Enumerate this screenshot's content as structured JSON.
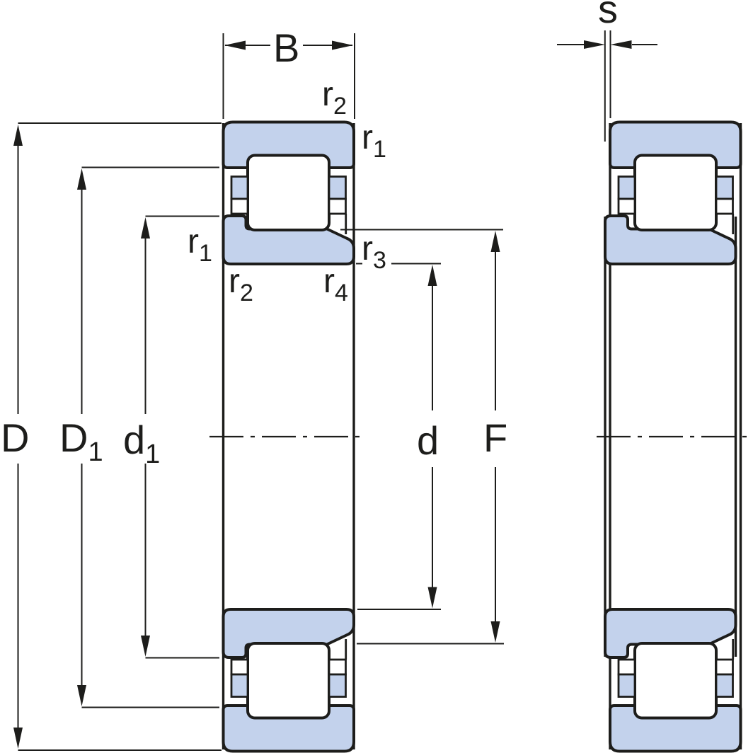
{
  "colors": {
    "part_fill": "#c3d2ec",
    "line": "#1d1d1b",
    "background": "#ffffff"
  },
  "views": {
    "main_cross_section": {
      "dimension_labels": [
        "B",
        "r2",
        "r1",
        "D",
        "D1",
        "d1",
        "r1",
        "r2",
        "r4",
        "r3",
        "d",
        "F"
      ]
    },
    "displaced_cross_section": {
      "dimension_labels": [
        "s"
      ]
    }
  },
  "labels": {
    "B": {
      "text": "B",
      "sub": ""
    },
    "s": {
      "text": "s",
      "sub": ""
    },
    "D": {
      "text": "D",
      "sub": ""
    },
    "D1": {
      "text": "D",
      "sub": "1"
    },
    "d1": {
      "text": "d",
      "sub": "1"
    },
    "d": {
      "text": "d",
      "sub": ""
    },
    "F": {
      "text": "F",
      "sub": ""
    },
    "r1_outer": {
      "text": "r",
      "sub": "1"
    },
    "r2_outer": {
      "text": "r",
      "sub": "2"
    },
    "r1_inner": {
      "text": "r",
      "sub": "1"
    },
    "r2_inner": {
      "text": "r",
      "sub": "2"
    },
    "r3_inner": {
      "text": "r",
      "sub": "3"
    },
    "r4_inner": {
      "text": "r",
      "sub": "4"
    }
  }
}
